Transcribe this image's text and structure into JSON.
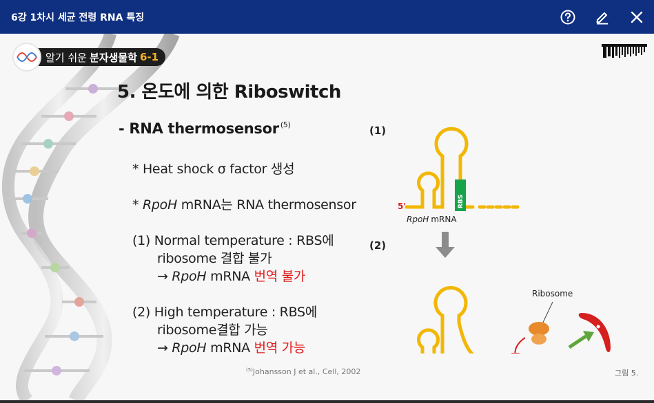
{
  "window": {
    "title": "6강 1차시 세균 전령 RNA 특징",
    "buttons": {
      "help": "help-icon",
      "edit": "pencil-icon",
      "close": "close-icon"
    }
  },
  "badge": {
    "prefix": "알기 쉬운",
    "strong": "분자생물학",
    "number": "6-1"
  },
  "slide": {
    "title": "5. 온도에 의한 Riboswitch",
    "subtitle": "- RNA thermosensor",
    "subtitle_ref": "(5)",
    "bullet1": "* Heat shock σ factor 생성",
    "bullet2_star": "*",
    "bullet2_gene": "RpoH",
    "bullet2_rest": "mRNA는 RNA thermosensor",
    "case1_line1": "(1) Normal temperature : RBS에",
    "case1_line2": "ribosome 결합 불가",
    "case1_arrow": "→",
    "case1_gene": "RpoH",
    "case1_mid": "mRNA",
    "case1_result": "번역 불가",
    "case2_line1": "(2) High temperature : RBS에",
    "case2_line2": "ribosome결합 가능",
    "case2_arrow": "→",
    "case2_gene": "RpoH",
    "case2_mid": "mRNA",
    "case2_result": "번역 가능",
    "citation_ref": "(5)",
    "citation": "Johansson J et al., Cell, 2002",
    "figure_number": "그림 5."
  },
  "figure": {
    "label1": "(1)",
    "label2": "(2)",
    "five_prime": "5'",
    "rbs": "RBS",
    "gene": "RpoH",
    "mrna": "mRNA",
    "ribosome": "Ribosome",
    "colors": {
      "rna": "#f2b705",
      "rbs": "#16a34a",
      "ribosome": "#e8892b",
      "protein": "#d61f1f",
      "arrow_gray": "#8c8c8c"
    }
  },
  "colors": {
    "topbar": "#0f2f80",
    "highlight": "#e01a1a",
    "badge_number": "#f4b328"
  }
}
